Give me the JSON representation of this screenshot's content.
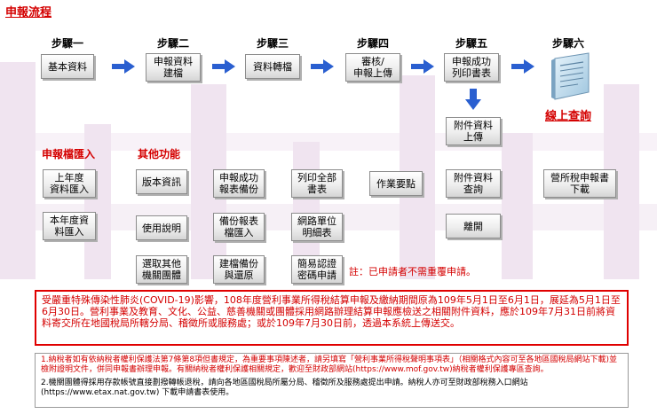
{
  "page_title": "申報流程",
  "steps": [
    {
      "label": "步驟一",
      "button": "基本資料"
    },
    {
      "label": "步驟二",
      "button": "申報資料\n建檔"
    },
    {
      "label": "步驟三",
      "button": "資料轉檔"
    },
    {
      "label": "步驟四",
      "button": "審核/\n申報上傳"
    },
    {
      "label": "步驟五",
      "button": "申報成功\n列印書表"
    },
    {
      "label": "步驟六"
    }
  ],
  "online_query": "線上查詢",
  "attach_upload": "附件資料\n上傳",
  "import_section": {
    "title": "申報檔匯入",
    "items": [
      "上年度\n資料匯入",
      "本年度資\n料匯入"
    ]
  },
  "other_section": {
    "title": "其他功能",
    "items": [
      "版本資訊",
      "申報成功\n報表備份",
      "列印全部\n書表",
      "作業要點",
      "附件資料\n查詢",
      "營所稅申報書\n下載",
      "使用說明",
      "備份報表\n檔匯入",
      "網路單位\n明細表",
      "離開",
      "選取其他\n機關團體",
      "建檔備份\n與還原",
      "簡易認證\n密碼申請"
    ]
  },
  "reapply_note": "註：已申請者不需重覆申請。",
  "notice": "受嚴重特殊傳染性肺炎(COVID-19)影響，108年度營利事業所得稅結算申報及繳納期間原為109年5月1日至6月1日，展延為5月1日至6月30日。營利事業及教育、文化、公益、慈善機關或團體採用網路辦理結算申報應檢送之相關附件資料，應於109年7月31日前將資料寄交所在地國稅局所轄分局、稽徵所或服務處；或於109年7月30日前，透過本系統上傳送交。",
  "notes": [
    "1.納稅者如有依納稅者權利保護法第7條第8項但書規定，為重要事項陳述者，請另填寫「營利事業所得稅聲明事項表」（相關格式內容可至各地區國稅局網站下載)並檢附證明文件，併同申報書辦理申報。有關納稅者權利保護相關規定，歡迎至財政部網站(https://www.mof.gov.tw)納稅者權利保護專區查詢。",
    "2.機關團體得採用存款帳號直接劃撥轉帳退稅，請向各地區國稅局所屬分局、稽徵所及服務處提出申請。納稅人亦可至財政部稅務入口網站 (https://www.etax.nat.gov.tw) 下載申請書表使用。"
  ],
  "colors": {
    "accent": "#d40000",
    "arrow": "#2a5fd0",
    "watermark": "#efe3ef"
  }
}
